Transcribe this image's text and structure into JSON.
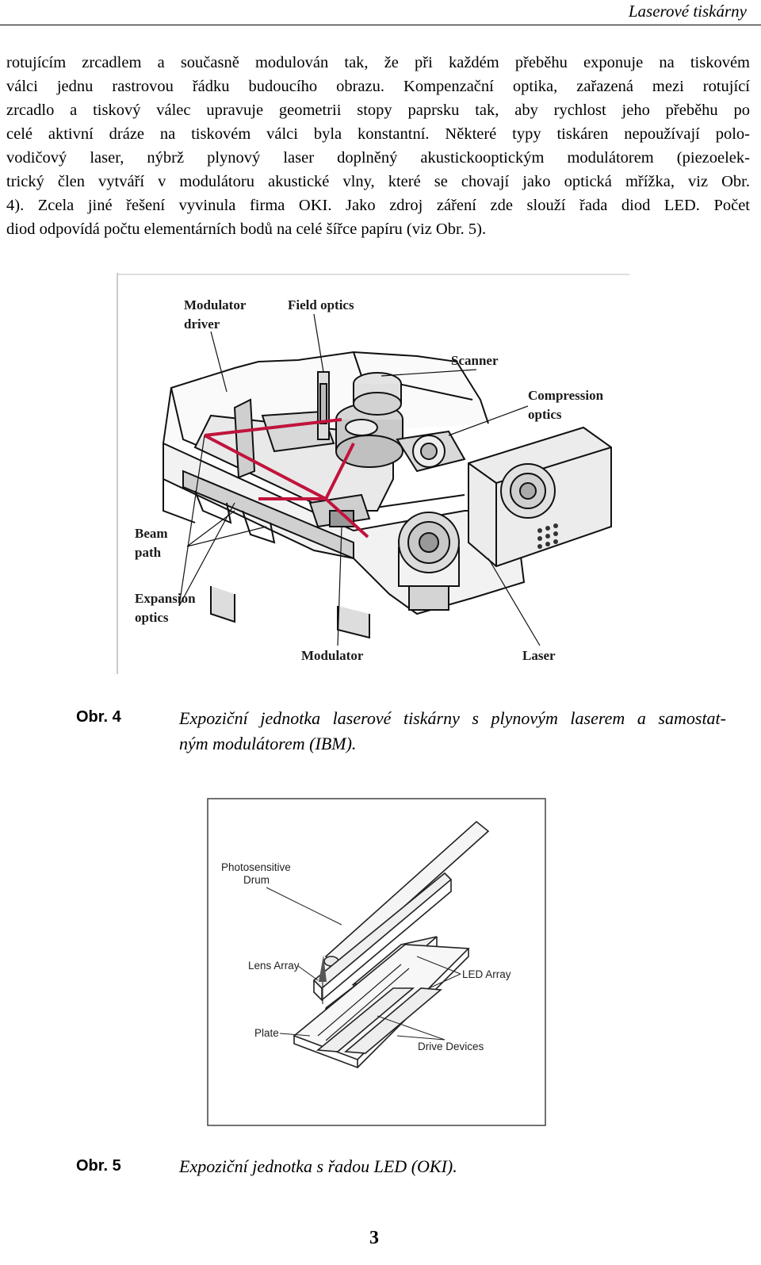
{
  "header": {
    "title": "Laserové tiskárny"
  },
  "body_text": {
    "lines": [
      "rotujícím zrcadlem a současně modulován tak, že při každém přeběhu exponuje na tiskovém",
      "válci jednu rastrovou řádku budoucího obrazu. Kompenzační optika, zařazená mezi rotující",
      "zrcadlo a tiskový válec upravuje geometrii stopy paprsku tak, aby rychlost jeho přeběhu po",
      "celé aktivní dráze na tiskovém válci byla konstantní. Některé typy tiskáren nepoužívají polo-",
      "vodičový laser, nýbrž plynový laser doplněný akustickooptickým modulátorem (piezoelek-",
      "trický člen vytváří v modulátoru akustické vlny, které se chovají jako optická mřížka, viz Obr.",
      "4). Zcela jiné řešení vyvinula firma OKI. Jako zdroj záření zde slouží řada diod LED. Počet",
      "diod odpovídá počtu elementárních bodů na celé šířce papíru (viz Obr.  5)."
    ]
  },
  "figure4": {
    "labels": {
      "modulator_driver": [
        "Modulator",
        "driver"
      ],
      "field_optics": "Field optics",
      "scanner": "Scanner",
      "compression_optics": [
        "Compression",
        "optics"
      ],
      "beam_path": [
        "Beam",
        "path"
      ],
      "expansion_optics": [
        "Expansion",
        "optics"
      ],
      "modulator": "Modulator",
      "laser": "Laser"
    },
    "caption": {
      "label": "Obr.  4",
      "lines": [
        "Expoziční jednotka laserové tiskárny s plynovým laserem a samostat-",
        "ným modulátorem (IBM)."
      ]
    }
  },
  "figure5": {
    "labels": {
      "photosensitive_drum": [
        "Photosensitive",
        "Drum"
      ],
      "lens_array": "Lens Array",
      "led_array": "LED Array",
      "plate": "Plate",
      "drive_devices": "Drive Devices"
    },
    "caption": {
      "label": "Obr.  5",
      "text": "Expoziční jednotka s řadou LED (OKI)."
    }
  },
  "page_number": "3",
  "colors": {
    "beam": "#c0143c",
    "text": "#000000"
  }
}
